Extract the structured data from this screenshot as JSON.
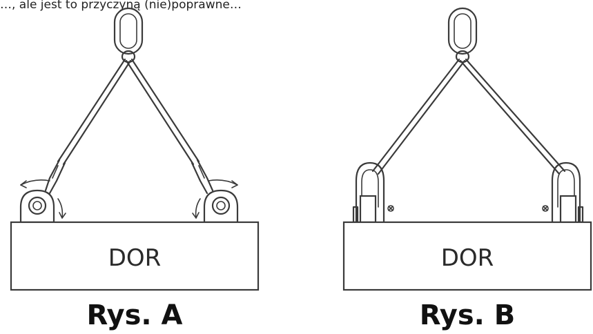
{
  "header": {
    "text": "…, ale jest to przyczyną (nie)poprawne…"
  },
  "figure_a": {
    "block_label": "DOR",
    "caption": "Rys. A"
  },
  "figure_b": {
    "block_label": "DOR",
    "caption": "Rys. B"
  },
  "colors": {
    "line": "#3a3a3a",
    "text": "#111111",
    "background": "#ffffff"
  }
}
